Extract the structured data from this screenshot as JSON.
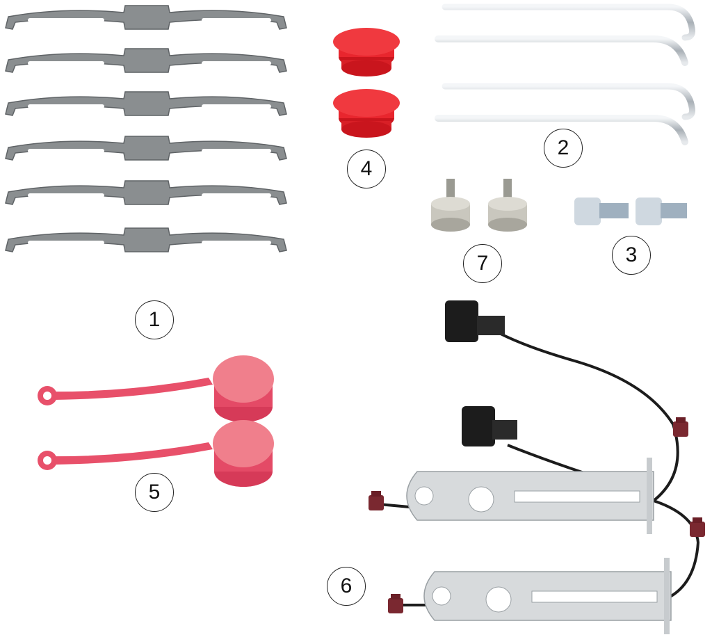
{
  "callouts": [
    "1",
    "2",
    "3",
    "4",
    "5",
    "6",
    "7"
  ],
  "parts": [
    {
      "id": "1",
      "icon": "spring-clip-icon",
      "count": 6
    },
    {
      "id": "2",
      "icon": "bent-rod-icon",
      "count": 4
    },
    {
      "id": "3",
      "icon": "cap-screw-icon",
      "count": 2
    },
    {
      "id": "4",
      "icon": "red-plug-icon",
      "count": 2
    },
    {
      "id": "5",
      "icon": "tethered-cap-icon",
      "count": 2
    },
    {
      "id": "6",
      "icon": "sensor-bracket-icon",
      "count": 2
    },
    {
      "id": "7",
      "icon": "shoulder-bolt-icon",
      "count": 2
    }
  ],
  "colors": {
    "clip": "#8a8e90",
    "red": "#e8262e",
    "pink": "#e8506a",
    "rod": "#c9cfd4",
    "black": "#1c1c1c",
    "connector": "#7a2830",
    "bracket": "#d7dadc"
  }
}
